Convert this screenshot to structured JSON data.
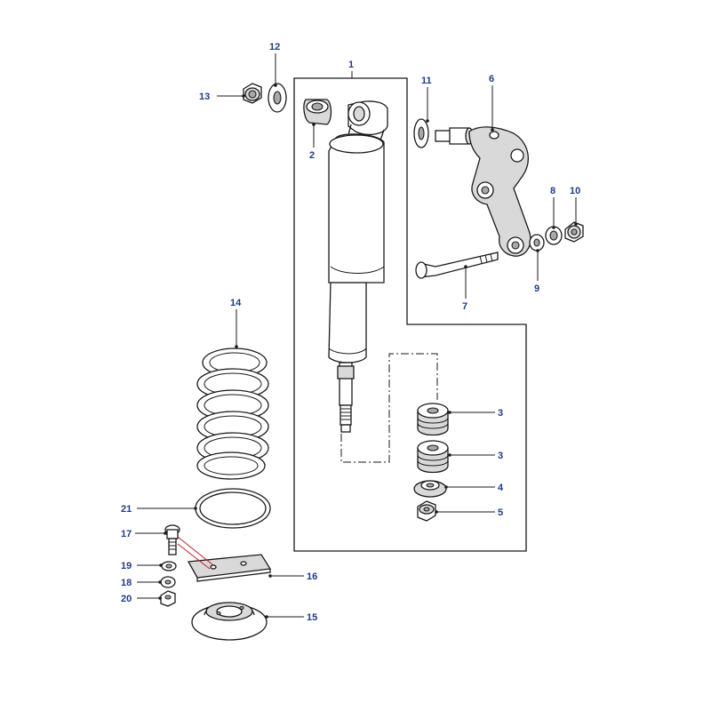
{
  "callouts": {
    "c1": "1",
    "c2": "2",
    "c3a": "3",
    "c3b": "3",
    "c4": "4",
    "c5": "5",
    "c6": "6",
    "c7": "7",
    "c8": "8",
    "c9": "9",
    "c10": "10",
    "c11": "11",
    "c12": "12",
    "c13": "13",
    "c14": "14",
    "c15": "15",
    "c16": "16",
    "c17": "17",
    "c18": "18",
    "c19": "19",
    "c20": "20",
    "c21": "21"
  },
  "colors": {
    "callout_text": "#1f3b8a",
    "linework": "#1a1a1a",
    "highlight_leader": "#c0202a"
  }
}
